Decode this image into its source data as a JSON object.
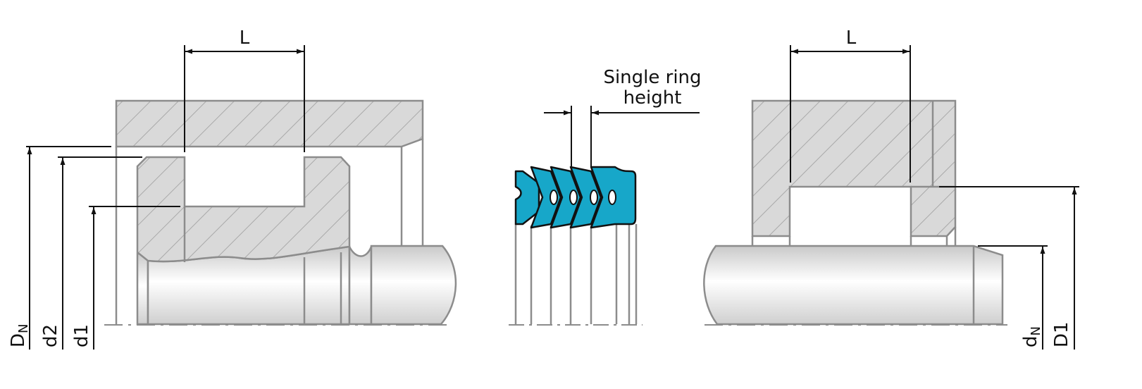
{
  "labels": {
    "left_L": "L",
    "right_L": "L",
    "single_ring_line1": "Single ring",
    "single_ring_line2": "height",
    "DN_main": "D",
    "DN_sub": "N",
    "d2": "d2",
    "d1": "d1",
    "dN_main": "d",
    "dN_sub": "N",
    "D1": "D1"
  },
  "colors": {
    "hatch_fill": "#d9d9d9",
    "outline": "#8c8c8c",
    "seal_fill": "#17a7c9",
    "dim_line": "#111111"
  }
}
